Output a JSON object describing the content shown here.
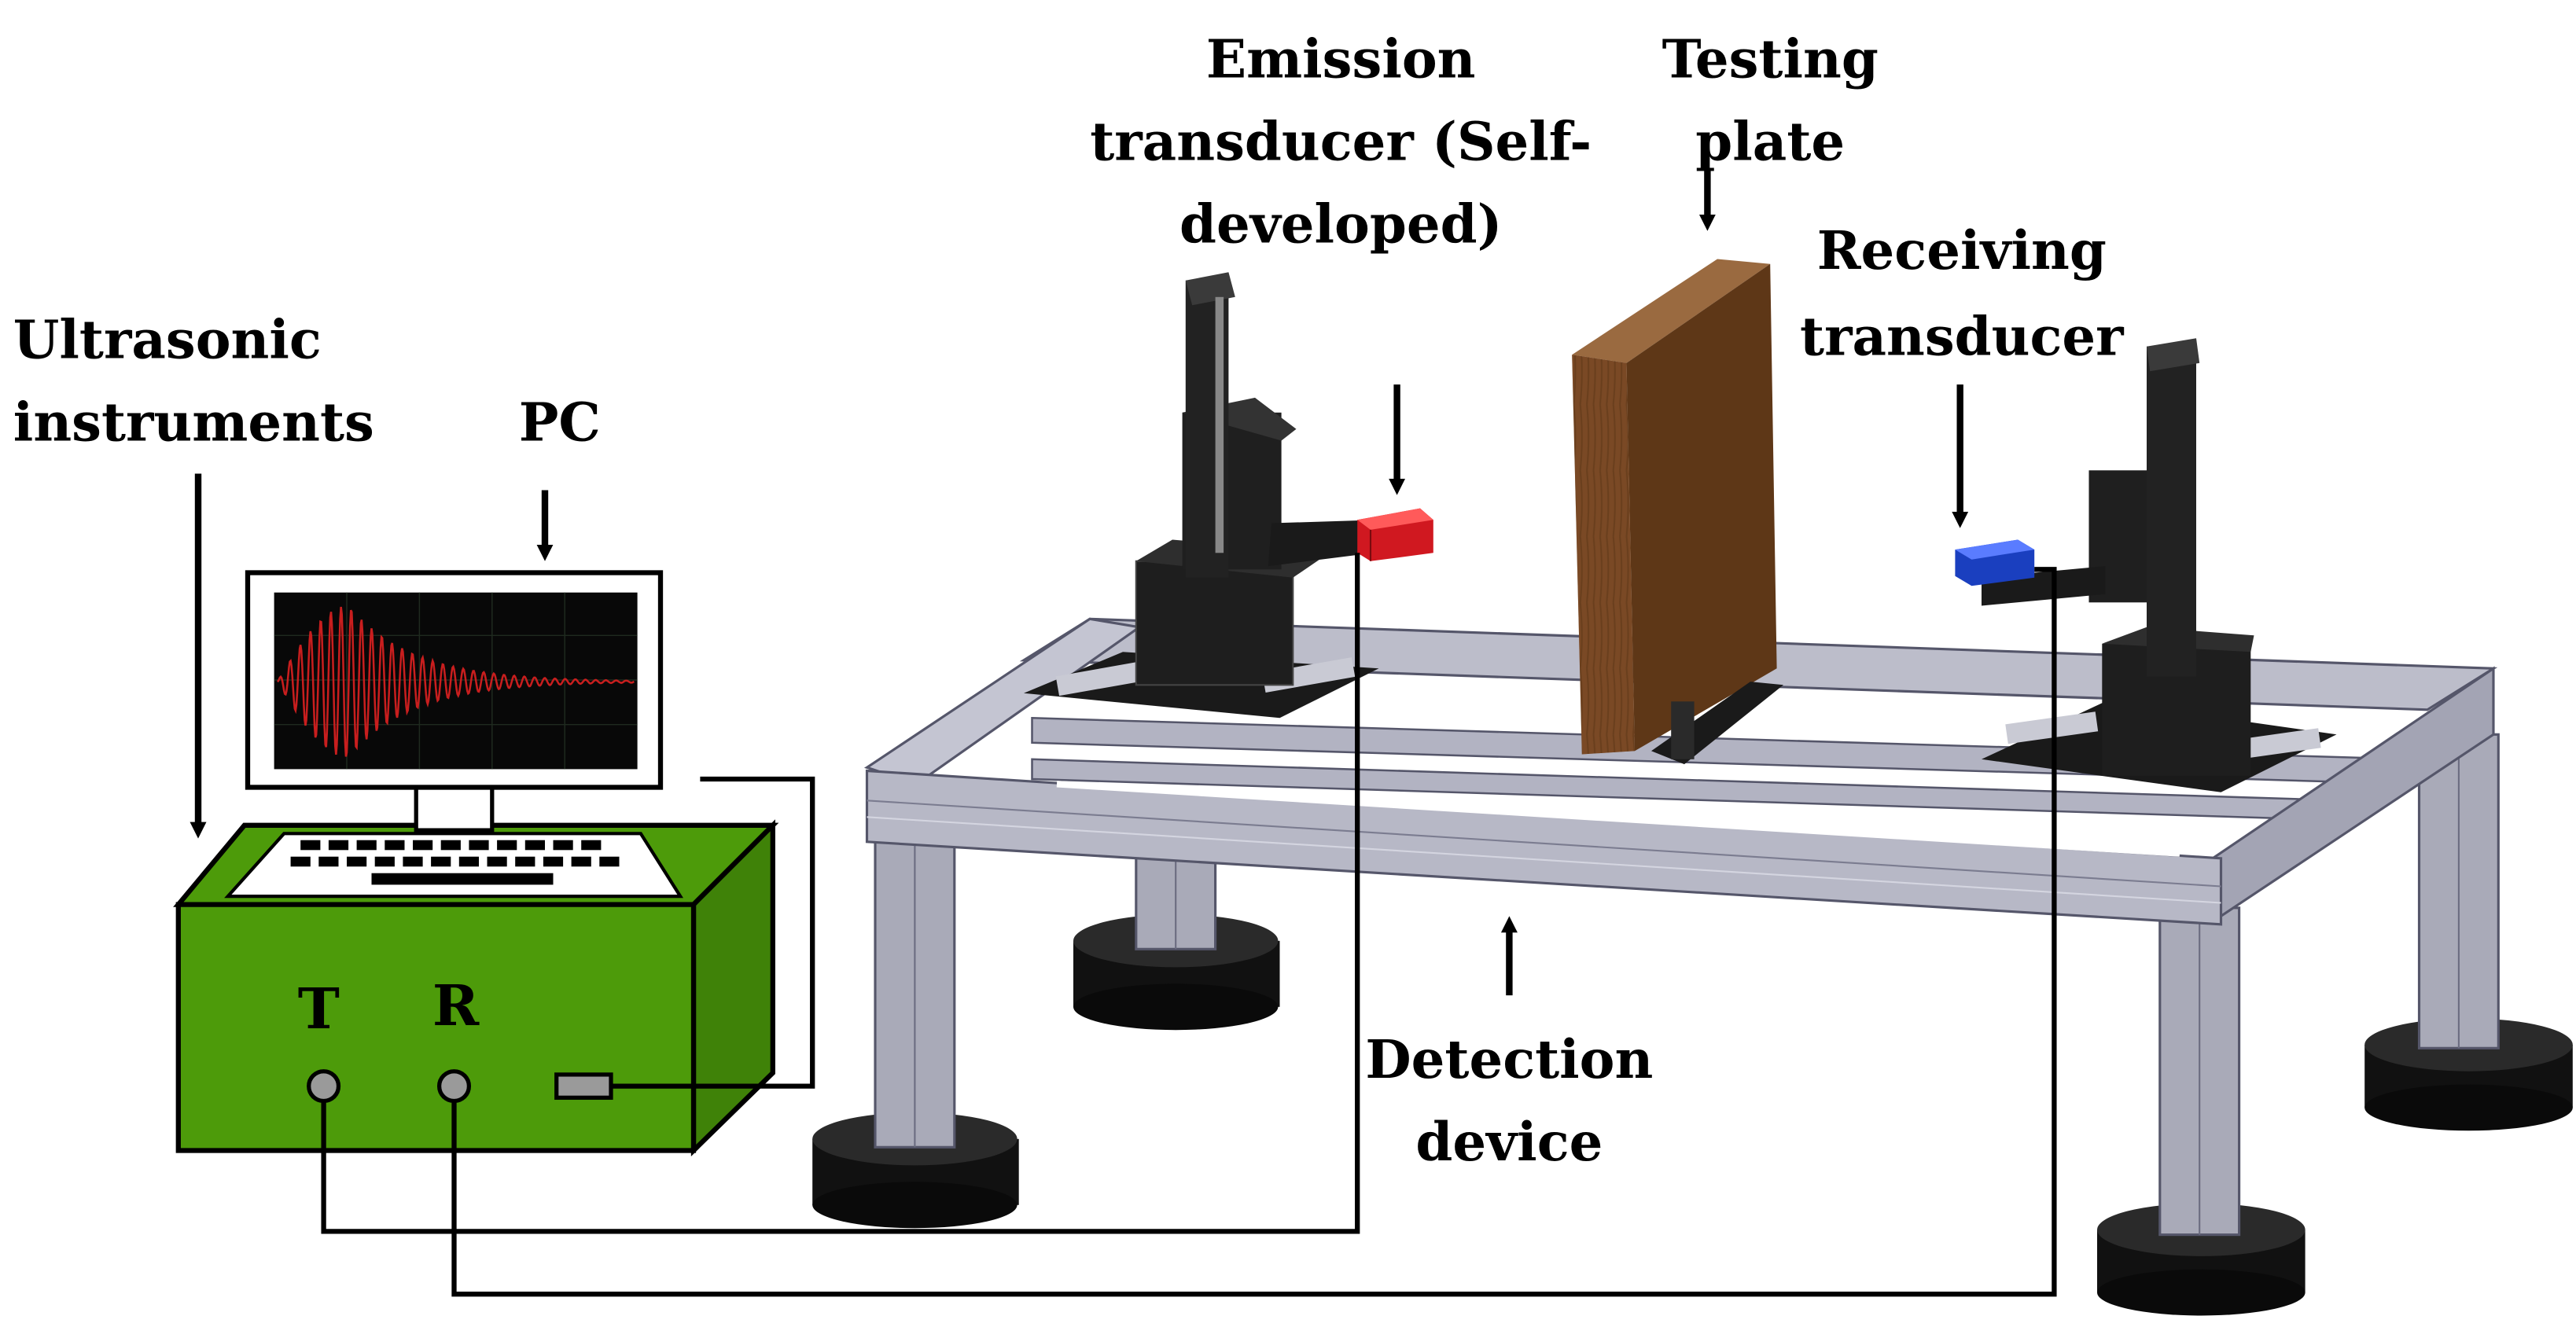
{
  "labels": {
    "ultrasonic_line1": "Ultrasonic",
    "ultrasonic_line2": "instruments",
    "pc": "PC",
    "emission_line1": "Emission",
    "emission_line2": "transducer (Self-",
    "emission_line3": "developed)",
    "testing_line1": "Testing",
    "testing_line2": "plate",
    "receiving_line1": "Receiving",
    "receiving_line2": "transducer",
    "detection_line1": "Detection",
    "detection_line2": "device",
    "port_t": "T",
    "port_r": "R"
  },
  "colors": {
    "instrument_green": "#4d9b0a",
    "instrument_green_dark": "#3f8208",
    "emission_red": "#d01820",
    "receiving_blue": "#1a3fbf",
    "plate_wood": "#7a4a26",
    "frame_gray": "#a9aab8",
    "waveform_red": "#c81e1e"
  }
}
